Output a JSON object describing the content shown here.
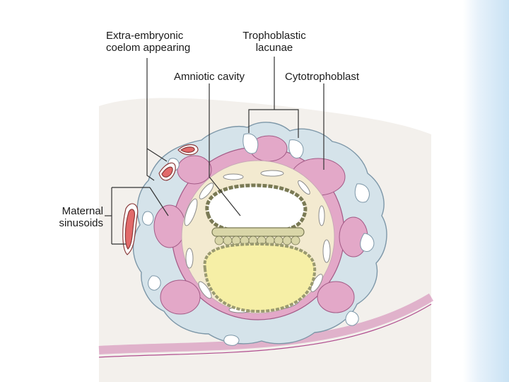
{
  "labels": {
    "extra_embryonic_line1": "Extra-embryonic",
    "extra_embryonic_line2": "coelom appearing",
    "trophoblastic_line1": "Trophoblastic",
    "trophoblastic_line2": "lacunae",
    "amniotic_cavity": "Amniotic cavity",
    "cytotrophoblast": "Cytotrophoblast",
    "maternal_line1": "Maternal",
    "maternal_line2": "sinusoids"
  },
  "colors": {
    "syncytiotrophoblast": "#d5e3ea",
    "cytotrophoblast": "#e3a8c8",
    "maternal_sinusoid": "#e26a6a",
    "extraembryonic_mesoderm": "#f3ead0",
    "yolk_sac": "#f6efa6",
    "endometrium": "#f3f0ec",
    "label_line": "#333333"
  }
}
